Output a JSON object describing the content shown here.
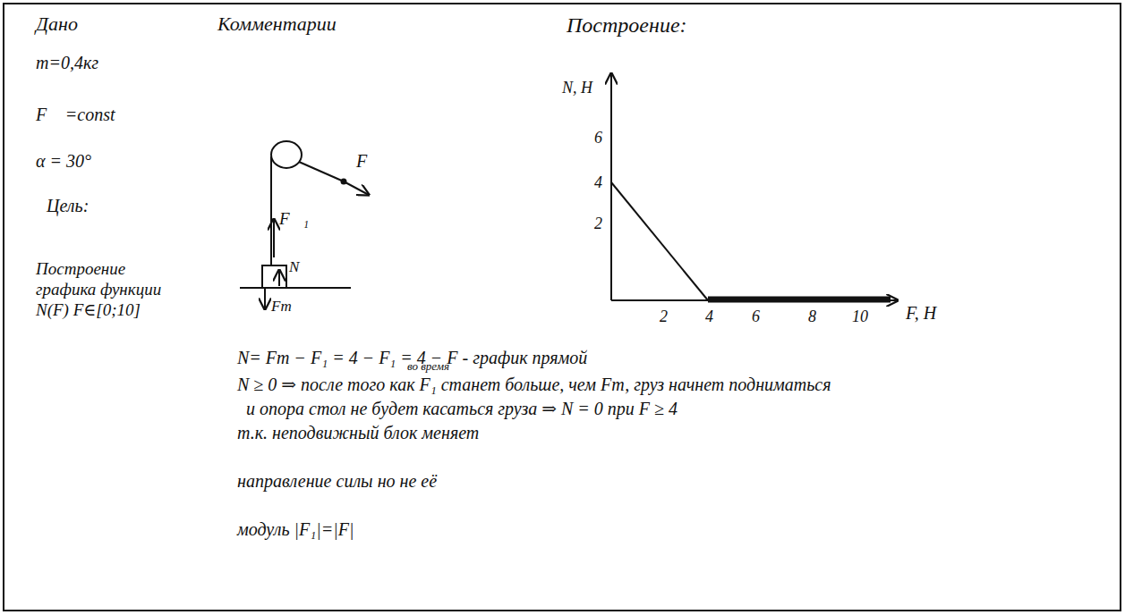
{
  "diagram": {
    "labels": [
      "Дано",
      "Комментарии",
      "Построение:",
      "m=0,4кг",
      "F⃗ =const",
      "α = 30°",
      "Цель:",
      "Построение графика функции N(F) F∈[0;10]",
      "F⃗",
      "F⃗₁",
      "N",
      "Fт",
      "N, H",
      "6",
      "4",
      "2",
      "2",
      "4",
      "6",
      "8",
      "10",
      "F, H",
      "N= Fт − F₁ = 4 − F₁ = 4 − F - график прямой",
      "во время",
      "N ≥ 0 ⇒ после того как F₁ станет больше, чем Fт, груз начнет подниматься",
      "и опора стол не будет касаться груза ⇒ N = 0 при F ≥ 4",
      "т.к. неподвижный блок меняет",
      "направление силы но не её",
      "модуль |F₁|=|F|"
    ]
  }
}
